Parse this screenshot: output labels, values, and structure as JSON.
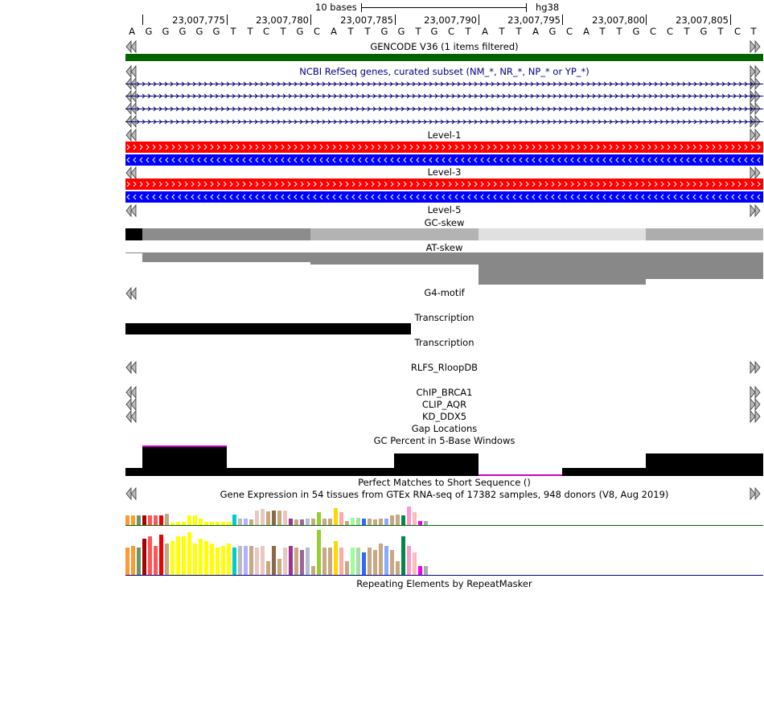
{
  "scale": {
    "bases_label": "10 bases",
    "assembly": "hg38"
  },
  "positions": [
    "23,007,775",
    "23,007,780",
    "23,007,785",
    "23,007,790",
    "23,007,795",
    "23,007,800",
    "23,007,805"
  ],
  "sequence": [
    "A",
    "G",
    "G",
    "G",
    "G",
    "G",
    "T",
    "T",
    "C",
    "T",
    "G",
    "C",
    "A",
    "T",
    "T",
    "G",
    "G",
    "T",
    "G",
    "C",
    "T",
    "A",
    "T",
    "T",
    "A",
    "G",
    "C",
    "A",
    "T",
    "T",
    "G",
    "C",
    "C",
    "T",
    "G",
    "T",
    "C",
    "T"
  ],
  "tracks": {
    "gencode": "GENCODE V36 (1 items filtered)",
    "refseq": "NCBI RefSeq genes, curated subset (NM_*, NR_*, NP_* or YP_*)",
    "level1": "Level-1",
    "level3": "Level-3",
    "level5": "Level-5",
    "gc_skew": "GC-skew",
    "at_skew": "AT-skew",
    "g4": "G4-motif",
    "transcription1": "Transcription",
    "transcription2": "Transcription",
    "rlfs": "RLFS_RloopDB",
    "chip": "ChIP_BRCA1",
    "clip": "CLIP_AQR",
    "kd": "KD_DDX5",
    "gap": "Gap Locations",
    "gc_percent": "GC Percent in 5-Base Windows",
    "perfect_matches": "Perfect Matches to Short Sequence ()",
    "gtex": "Gene Expression in 54 tissues from GTEx RNA-seq of 17382 samples, 948 donors (V8, Aug 2019)",
    "repeatmasker": "Repeating Elements by RepeatMasker"
  },
  "colors": {
    "gencode": "#006400",
    "refseq": "#00007f",
    "forward_strand": "#ff0000",
    "reverse_strand": "#0000ff",
    "gc_percent": "#000000",
    "gc_percent_hi": "#cc00cc"
  },
  "gc_skew_levels": [
    0.0,
    0.55,
    0.7,
    0.88,
    0.68
  ],
  "at_skew_levels": [
    0.0,
    0.55,
    0.55,
    0.5,
    0.5
  ],
  "gc_percent_levels": [
    0.2,
    0.8,
    0.2,
    0.2,
    0.6,
    0.0,
    0.2,
    0.6
  ],
  "gtex_colors": [
    "#ff9933",
    "#ff9933",
    "#669966",
    "#aa0000",
    "#ff5555",
    "#ff5555",
    "#ee0000",
    "#c8a882",
    "#ffff00",
    "#ffff00",
    "#ffff00",
    "#ffff00",
    "#ffff00",
    "#ffff00",
    "#ffff00",
    "#ffff00",
    "#ffff00",
    "#ffff00",
    "#ffff00",
    "#00cccc",
    "#bbbbbb",
    "#b0b0ff",
    "#c8a882",
    "#e8c8c0",
    "#e8c8c0",
    "#c8a882",
    "#8b6946",
    "#c8a882",
    "#e8c8c0",
    "#993399",
    "#c8a882",
    "#996699",
    "#b0c0d0",
    "#c8a882",
    "#99cc33",
    "#c8a882",
    "#c8a882",
    "#ffd700",
    "#ffaaaa",
    "#c8a882",
    "#99ff99",
    "#aaddaa",
    "#3366ff",
    "#c8a882",
    "#c8a882",
    "#c8a882",
    "#88aaff",
    "#c8a882",
    "#c8a882",
    "#008844",
    "#ff99cc",
    "#ffbbbb",
    "#ee00ee",
    "#aaaaaa"
  ],
  "gtex_top": [
    0.45,
    0.45,
    0.45,
    0.45,
    0.45,
    0.45,
    0.45,
    0.55,
    0.1,
    0.15,
    0.15,
    0.45,
    0.45,
    0.3,
    0.15,
    0.15,
    0.15,
    0.15,
    0.15,
    0.5,
    0.3,
    0.3,
    0.25,
    0.7,
    0.75,
    0.65,
    0.7,
    0.7,
    0.7,
    0.3,
    0.25,
    0.25,
    0.3,
    0.3,
    0.6,
    0.3,
    0.3,
    0.8,
    0.6,
    0.2,
    0.35,
    0.35,
    0.3,
    0.3,
    0.25,
    0.3,
    0.3,
    0.45,
    0.5,
    0.45,
    0.9,
    0.6,
    0.2,
    0.2
  ],
  "gtex_bottom": [
    0.6,
    0.65,
    0.6,
    0.8,
    0.85,
    0.65,
    0.9,
    0.7,
    0.75,
    0.85,
    0.85,
    0.95,
    0.7,
    0.8,
    0.75,
    0.7,
    0.6,
    0.65,
    0.7,
    0.6,
    0.65,
    0.65,
    0.65,
    0.6,
    0.65,
    0.3,
    0.65,
    0.35,
    0.6,
    0.65,
    0.6,
    0.55,
    0.6,
    0.2,
    1.0,
    0.6,
    0.6,
    0.75,
    0.6,
    0.3,
    0.6,
    0.6,
    0.5,
    0.6,
    0.55,
    0.7,
    0.65,
    0.55,
    0.3,
    0.85,
    0.65,
    0.5,
    0.2,
    0.2
  ]
}
